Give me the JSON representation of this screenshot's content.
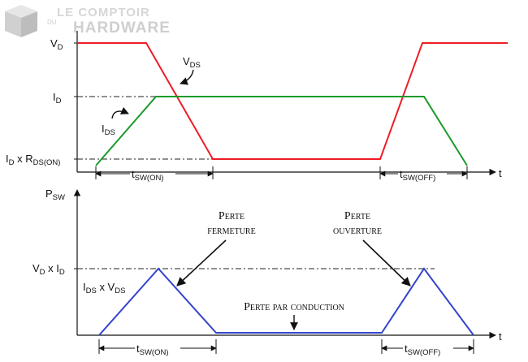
{
  "logo": {
    "top": "LE COMPTOIR",
    "mid": "DU",
    "main": "HARDWARE"
  },
  "top_chart": {
    "y_labels": {
      "vd": "V",
      "vd_sub": "D",
      "id": "I",
      "id_sub": "D",
      "idr_1": "I",
      "idr_1_sub": "D",
      "idr_2": " x R",
      "idr_2_sub": "DS(ON)"
    },
    "curve_labels": {
      "vds": "V",
      "vds_sub": "DS",
      "ids": "I",
      "ids_sub": "DS"
    },
    "x_axis_label": "t",
    "interval_on": {
      "main": "t",
      "sub": "SW(ON)"
    },
    "interval_off": {
      "main": "t",
      "sub": "SW(OFF)"
    }
  },
  "bottom_chart": {
    "y_axis_label": {
      "main": "P",
      "sub": "SW"
    },
    "level_label": {
      "a": "V",
      "a_sub": "D",
      "b": " x I",
      "b_sub": "D"
    },
    "curve_label": {
      "a": "I",
      "a_sub": "DS",
      "b": " x V",
      "b_sub": "DS"
    },
    "x_axis_label": "t",
    "interval_on": {
      "main": "t",
      "sub": "SW(ON)"
    },
    "interval_off": {
      "main": "t",
      "sub": "SW(OFF)"
    },
    "annotations": {
      "turn_on_line1": "Perte",
      "turn_on_line2": "fermeture",
      "turn_off_line1": "Perte",
      "turn_off_line2": "ouverture",
      "conduction": "Perte par conduction"
    }
  },
  "colors": {
    "vds": "#ee1c24",
    "ids": "#1b9a2c",
    "psw": "#3344cc",
    "axis": "#111111",
    "dashdot": "#222222"
  },
  "chart_data": [
    {
      "type": "line",
      "x": [
        0,
        1,
        2,
        3,
        4,
        5,
        6
      ],
      "series": [
        {
          "name": "VDS",
          "points": [
            [
              0,
              1.0
            ],
            [
              0.4,
              1.0
            ],
            [
              1.0,
              0.0
            ],
            [
              2.6,
              0.0
            ],
            [
              3.2,
              1.0
            ],
            [
              3.6,
              1.0
            ]
          ]
        },
        {
          "name": "IDS",
          "points": [
            [
              0,
              0.0
            ],
            [
              0.6,
              0.75
            ],
            [
              2.9,
              0.75
            ],
            [
              3.4,
              0.0
            ]
          ]
        }
      ],
      "xlabel": "t"
    },
    {
      "type": "line",
      "series": [
        {
          "name": "IDS x VDS",
          "points": [
            [
              0,
              0.0
            ],
            [
              0.6,
              1.0
            ],
            [
              1.15,
              0.0
            ],
            [
              2.9,
              0.0
            ],
            [
              3.35,
              1.0
            ],
            [
              3.65,
              0.0
            ]
          ]
        }
      ],
      "xlabel": "t"
    }
  ]
}
